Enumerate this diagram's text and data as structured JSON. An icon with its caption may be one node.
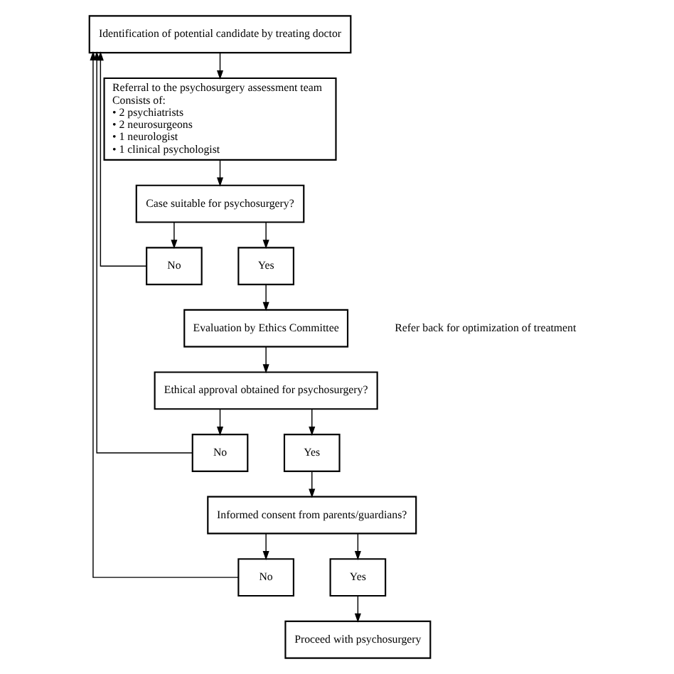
{
  "diagram": {
    "nodes": [
      {
        "text": [
          "Identification of potential candidate by treating doctor"
        ]
      },
      {
        "text": [
          "Referral to the psychosurgery assessment team",
          "Consists of:",
          "• 2 psychiatrists",
          "• 2 neurosurgeons",
          "• 1 neurologist",
          "• 1 clinical psychologist"
        ]
      },
      {
        "text": [
          "Case suitable for psychosurgery?"
        ]
      },
      {
        "text": [
          "No"
        ]
      },
      {
        "text": [
          "Yes"
        ]
      },
      {
        "text": [
          "Evaluation by Ethics Committee"
        ]
      },
      {
        "text": [
          "Ethical approval obtained for psychosurgery?"
        ]
      },
      {
        "text": [
          "No"
        ]
      },
      {
        "text": [
          "Yes"
        ]
      },
      {
        "text": [
          "Informed consent from parents/guardians?"
        ]
      },
      {
        "text": [
          "No"
        ]
      },
      {
        "text": [
          "Yes"
        ]
      },
      {
        "text": [
          "Proceed with psychosurgery"
        ]
      }
    ],
    "edges": [
      {
        "from": 0,
        "to": 1,
        "arrow": "to"
      },
      {
        "from": 1,
        "to": 2,
        "arrow": "to"
      },
      {
        "from": 2,
        "to": 4,
        "arrow": "to"
      },
      {
        "from": 2,
        "to": 3,
        "arrow": "to"
      },
      {
        "from": 4,
        "to": 5,
        "arrow": "to"
      },
      {
        "from": 5,
        "to": 6,
        "arrow": "to"
      },
      {
        "from": 6,
        "to": 8,
        "arrow": "to"
      },
      {
        "from": 6,
        "to": 7,
        "arrow": "to"
      },
      {
        "from": 8,
        "to": 9,
        "arrow": "to"
      },
      {
        "from": 9,
        "to": 11,
        "arrow": "to"
      },
      {
        "from": 9,
        "to": 10,
        "arrow": "to"
      },
      {
        "from": 11,
        "to": 12,
        "arrow": "to"
      },
      {
        "from": 3,
        "to": 0,
        "arrow": "to"
      },
      {
        "from": 7,
        "to": 0,
        "arrow": "to"
      },
      {
        "from": 10,
        "to": 0,
        "arrow": "to"
      }
    ],
    "labels": [
      "Refer back for optimization of treatment"
    ]
  }
}
